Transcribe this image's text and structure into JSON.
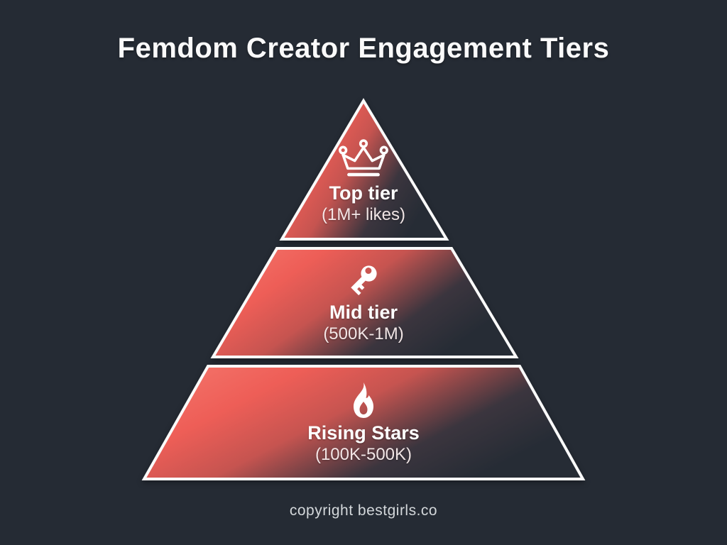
{
  "title": "Femdom Creator Engagement Tiers",
  "footer": "copyright bestgirls.co",
  "tiers": [
    {
      "label": "Top tier",
      "range": "(1M+ likes)",
      "icon": "crown-icon"
    },
    {
      "label": "Mid tier",
      "range": "(500K-1M)",
      "icon": "key-icon"
    },
    {
      "label": "Rising Stars",
      "range": "(100K-500K)",
      "icon": "flame-icon"
    }
  ],
  "colors": {
    "background": "#252b34",
    "accent_red": "#ee5e57",
    "shape_border": "#fafafa",
    "title_text": "#fafafa",
    "footer_text": "#d3d7da",
    "tier_gradient": [
      "#f5796f",
      "#ee5e57",
      "#c65450",
      "#3b353e",
      "#262c35"
    ]
  }
}
